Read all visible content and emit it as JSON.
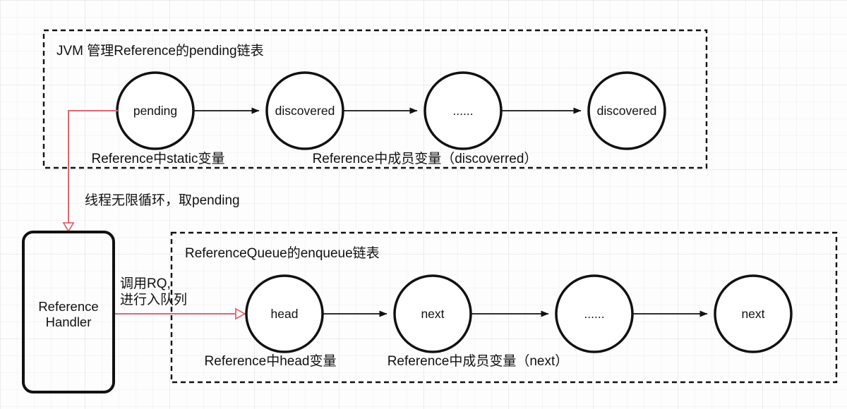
{
  "colors": {
    "accent": "#e06671",
    "stroke": "#111111"
  },
  "diagram": {
    "pending_box": {
      "title": "JVM 管理Reference的pending链表",
      "nodes": [
        "pending",
        "discovered",
        "......",
        "discovered"
      ],
      "label_static": "Reference中static变量",
      "label_member": "Reference中成员变量（discoverred）"
    },
    "handler": {
      "line1": "Reference",
      "line2": "Handler"
    },
    "flow": {
      "loop_label": "线程无限循环，取pending",
      "enqueue_label_line1": "调用RQ,",
      "enqueue_label_line2": "进行入队列"
    },
    "enqueue_box": {
      "title": "ReferenceQueue的enqueue链表",
      "nodes": [
        "head",
        "next",
        "......",
        "next"
      ],
      "label_head": "Reference中head变量",
      "label_member": "Reference中成员变量（next）"
    }
  }
}
